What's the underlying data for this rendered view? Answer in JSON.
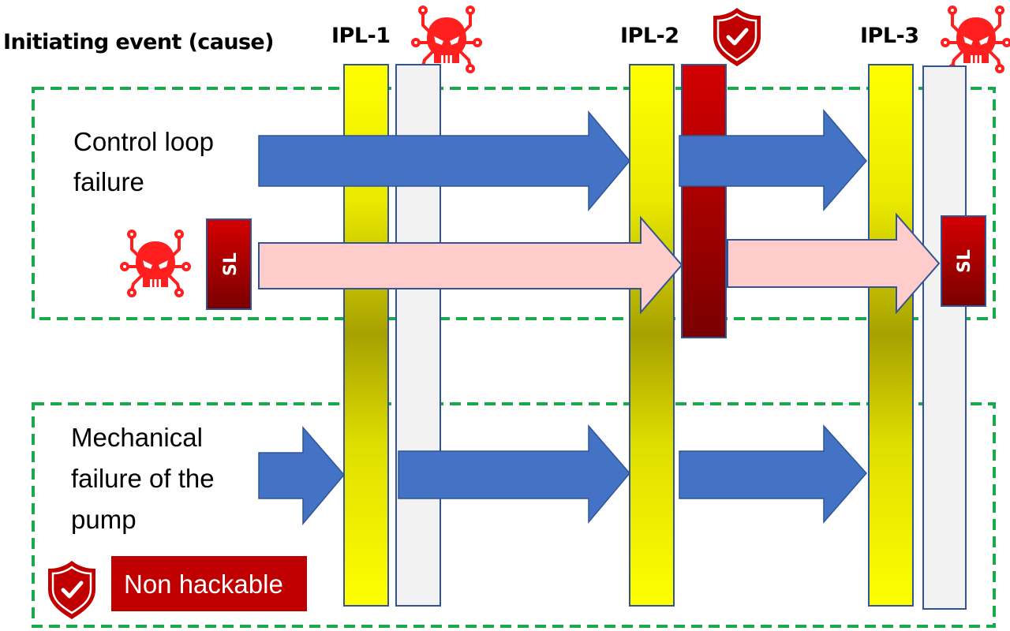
{
  "header": {
    "title": "Initiating event (cause)",
    "layers": [
      {
        "label": "IPL-1",
        "status_icon": "hacker-skull-icon",
        "status": "hackable"
      },
      {
        "label": "IPL-2",
        "status_icon": "shield-check-icon",
        "status": "non-hackable"
      },
      {
        "label": "IPL-3",
        "status_icon": "hacker-skull-icon",
        "status": "hackable"
      }
    ]
  },
  "scenarios": [
    {
      "id": "control-loop",
      "label_lines": [
        "Control loop",
        "failure"
      ],
      "paths": [
        {
          "type": "failure",
          "color": "#4472c4",
          "segments": [
            "cause→IPL-2",
            "IPL-2→IPL-3"
          ]
        },
        {
          "type": "cyber",
          "color": "#ffcccc",
          "origin_icon": "hacker-skull-icon",
          "origin_label": "SL",
          "end_label": "SL",
          "segments": [
            "SL→IPL-2",
            "IPL-2→SL"
          ]
        }
      ]
    },
    {
      "id": "mechanical",
      "label_lines": [
        "Mechanical",
        "failure of the",
        "pump"
      ],
      "paths": [
        {
          "type": "failure",
          "color": "#4472c4",
          "segments": [
            "cause→IPL-1",
            "IPL-1→IPL-2",
            "IPL-2→IPL-3"
          ]
        }
      ]
    }
  ],
  "sl_labels": {
    "left": "SL",
    "right": "SL"
  },
  "legend": {
    "icon": "shield-check-icon",
    "label": "Non hackable"
  },
  "colors": {
    "ipl_bar": "#ffff00",
    "cyber_bar_hackable": "#f2f2f2",
    "cyber_bar_protected": "#c00000",
    "failure_arrow": "#4472c4",
    "cyber_arrow": "#ffcccc",
    "hacker": "#ff1f1f",
    "shield": "#c00000",
    "scenario_border": "#1aaa4b"
  }
}
